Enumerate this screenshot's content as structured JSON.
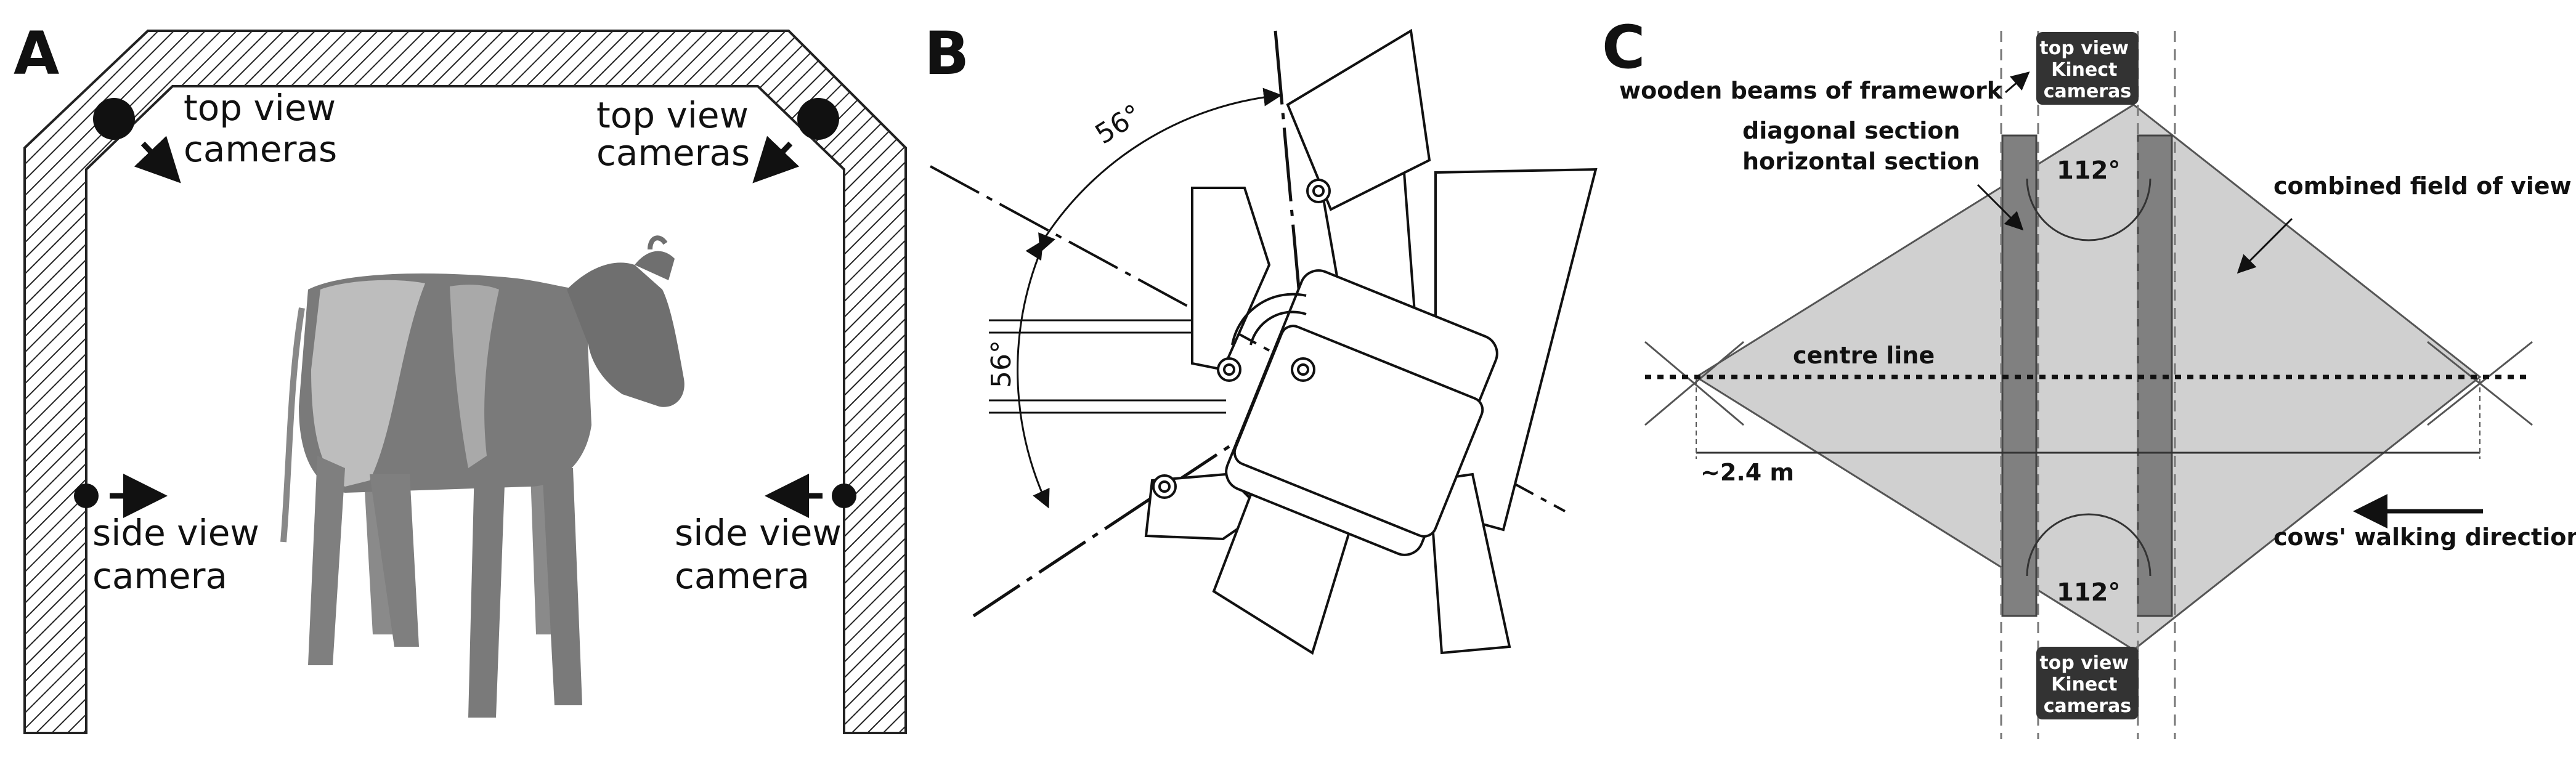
{
  "panels": {
    "a": {
      "letter": "A",
      "top_left_label": [
        "top view",
        "cameras"
      ],
      "top_right_label": [
        "top view",
        "cameras"
      ],
      "side_left_label": [
        "side view",
        "camera"
      ],
      "side_right_label": [
        "side view",
        "camera"
      ]
    },
    "b": {
      "letter": "B",
      "angle_top": "56°",
      "angle_left": "56°"
    },
    "c": {
      "letter": "C",
      "wooden_beams": "wooden beams of framework",
      "diagonal_section": "diagonal section",
      "horizontal_section": "horizontal section",
      "combined_fov": "combined field of view",
      "centre_line": "centre line",
      "distance": "~2.4 m",
      "walking_direction": "cows' walking direction",
      "angle_top": "112°",
      "angle_bottom": "112°",
      "camera_tag_top": [
        "top view",
        "Kinect",
        "cameras"
      ],
      "camera_tag_bottom": [
        "top view",
        "Kinect",
        "cameras"
      ]
    }
  },
  "colors": {
    "field_of_view": "#d0d0d0",
    "beam": "#808080",
    "camera_tag": "#333333",
    "ink": "#111111"
  }
}
